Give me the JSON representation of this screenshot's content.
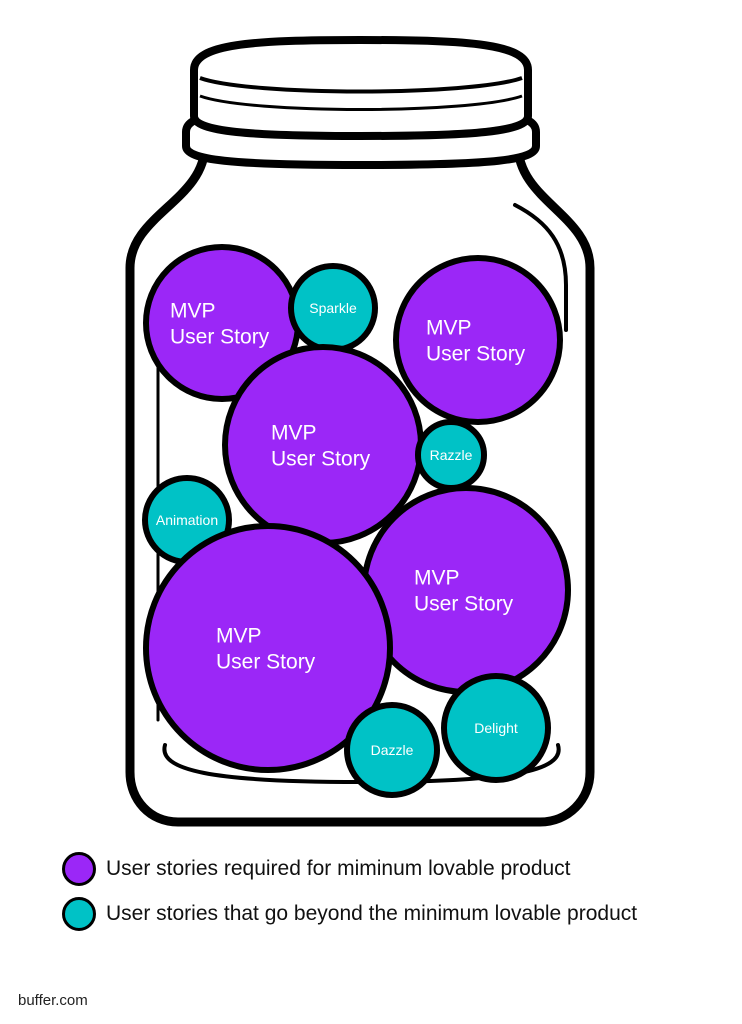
{
  "colors": {
    "mvp": "#9b27f7",
    "beyond": "#00c2c6",
    "outline": "#000000"
  },
  "bubbles": [
    {
      "type": "mvp",
      "lines": [
        "MVP",
        "User Story"
      ]
    },
    {
      "type": "beyond",
      "lines": [
        "Sparkle"
      ]
    },
    {
      "type": "mvp",
      "lines": [
        "MVP",
        "User Story"
      ]
    },
    {
      "type": "mvp",
      "lines": [
        "MVP",
        "User Story"
      ]
    },
    {
      "type": "beyond",
      "lines": [
        "Razzle"
      ]
    },
    {
      "type": "beyond",
      "lines": [
        "Animation"
      ]
    },
    {
      "type": "mvp",
      "lines": [
        "MVP",
        "User Story"
      ]
    },
    {
      "type": "mvp",
      "lines": [
        "MVP",
        "User Story"
      ]
    },
    {
      "type": "beyond",
      "lines": [
        "Delight"
      ]
    },
    {
      "type": "beyond",
      "lines": [
        "Dazzle"
      ]
    }
  ],
  "legend": {
    "mvp_label": "User stories required for miminum lovable product",
    "beyond_label": "User stories that go beyond the minimum lovable product"
  },
  "source": "buffer.com"
}
